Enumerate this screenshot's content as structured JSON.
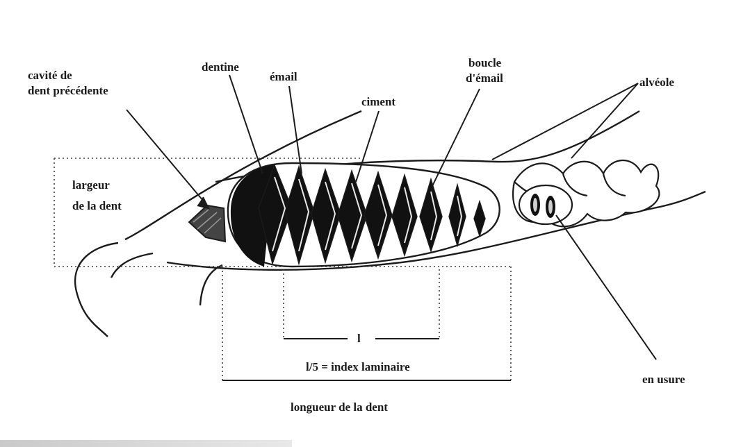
{
  "labels": {
    "cavite_line1": "cavité de",
    "cavite_line2": "dent précédente",
    "dentine": "dentine",
    "email": "émail",
    "ciment": "ciment",
    "boucle_line1": "boucle",
    "boucle_line2": "d'émail",
    "alveole": "alvéole",
    "largeur_line1": "largeur",
    "largeur_line2": "de la dent",
    "l_marker": "l",
    "index": "l/5 = index laminaire",
    "longueur": "longueur de la dent",
    "en_usure": "en usure"
  },
  "colors": {
    "ink": "#1b1b1b",
    "paper": "#ffffff",
    "lamella_fill": "#111111"
  }
}
